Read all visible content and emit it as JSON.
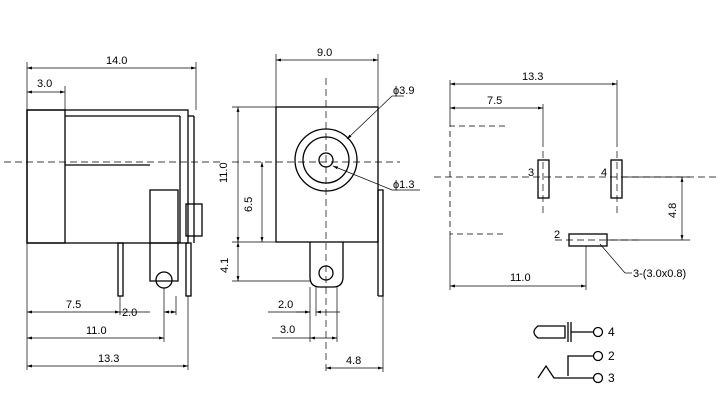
{
  "side_view": {
    "overall_width": "14.0",
    "front_depth": "3.0",
    "pin_a": "7.5",
    "pin_spacing": "2.0",
    "pin_b": "11.0",
    "total": "13.3"
  },
  "front_view": {
    "width": "9.0",
    "hole_diameter": "ϕ3.9",
    "pin_diameter": "ϕ1.3",
    "height": "11.0",
    "center_height": "6.5",
    "pin_length": "4.1",
    "pin_width": "2.0",
    "tab_width": "3.0",
    "offset": "4.8"
  },
  "footprint": {
    "overall": "13.3",
    "pin_offset": "7.5",
    "pin_3_label": "3",
    "pin_4_label": "4",
    "vertical": "4.8",
    "pin_2_label": "2",
    "bottom": "11.0",
    "slot_note": "3-(3.0x0.8)"
  },
  "schematic": {
    "label_4": "4",
    "label_2": "2",
    "label_3": "3"
  }
}
